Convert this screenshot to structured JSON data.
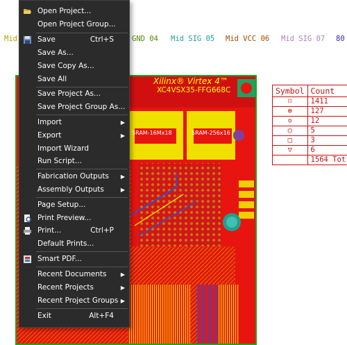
{
  "layer_tabs": [
    {
      "label": "Mid",
      "color": "#b8a000"
    },
    {
      "label": "GND 04",
      "color": "#508c00"
    },
    {
      "label": "Mid SIG 05",
      "color": "#20a0a0"
    },
    {
      "label": "Mid VCC 06",
      "color": "#a05000"
    },
    {
      "label": "Mid SIG 07",
      "color": "#b080c0"
    },
    {
      "label": "80",
      "color": "#3030a0"
    }
  ],
  "board": {
    "chip_title": "Xilinx® Virtex 4™",
    "chip_part": "XC4VSX35-FFG668C",
    "sram_left": "SRAM-16Mx18",
    "sram_right": "SRAM-256x16",
    "colors": {
      "substrate": "#e8140f",
      "outline": "#18a818",
      "silk": "#ffff00",
      "trace_blue": "#3050d0"
    }
  },
  "symbol_table": {
    "headers": [
      "Symbol",
      "Count"
    ],
    "rows": [
      {
        "symbol": "⌑",
        "count": "1411"
      },
      {
        "symbol": "⊕",
        "count": "127"
      },
      {
        "symbol": "✡",
        "count": "12"
      },
      {
        "symbol": "○",
        "count": "5"
      },
      {
        "symbol": "□",
        "count": "3"
      },
      {
        "symbol": "▽",
        "count": "6"
      }
    ],
    "total": "1564 Tot"
  },
  "file_menu": {
    "items": [
      {
        "label": "Open Project...",
        "icon": "folder-open-icon"
      },
      {
        "label": "Open Project Group..."
      },
      {
        "label": "Save",
        "shortcut": "Ctrl+S",
        "icon": "floppy-disk-icon"
      },
      {
        "label": "Save As..."
      },
      {
        "label": "Save Copy As..."
      },
      {
        "label": "Save All"
      },
      {
        "label": "Save Project As..."
      },
      {
        "label": "Save Project Group As..."
      },
      {
        "label": "Import"
      },
      {
        "label": "Export"
      },
      {
        "label": "Import Wizard"
      },
      {
        "label": "Run Script..."
      },
      {
        "label": "Fabrication Outputs"
      },
      {
        "label": "Assembly Outputs"
      },
      {
        "label": "Page Setup..."
      },
      {
        "label": "Print Preview...",
        "icon": "print-preview-icon"
      },
      {
        "label": "Print...",
        "shortcut": "Ctrl+P",
        "icon": "printer-icon"
      },
      {
        "label": "Default Prints..."
      },
      {
        "label": "Smart PDF...",
        "icon": "smart-pdf-icon"
      },
      {
        "label": "Recent Documents"
      },
      {
        "label": "Recent Projects"
      },
      {
        "label": "Recent Project Groups"
      },
      {
        "label": "Exit",
        "shortcut": "Alt+F4"
      }
    ]
  }
}
